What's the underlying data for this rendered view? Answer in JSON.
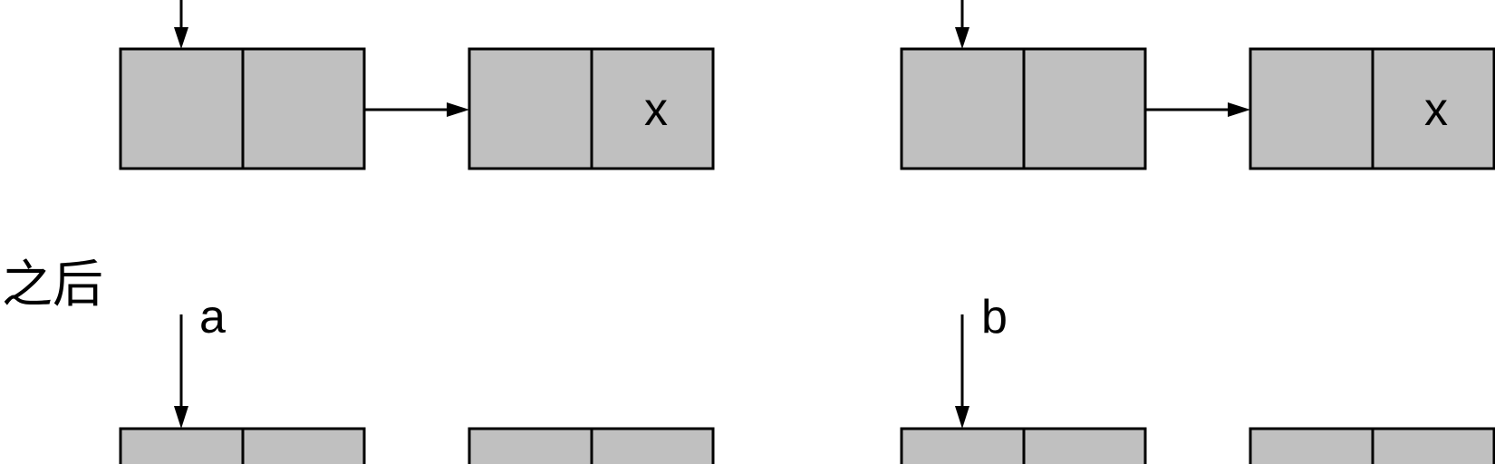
{
  "caption": "之后",
  "null_mark": "x",
  "pointer_labels": {
    "a": "a",
    "b": "b"
  }
}
